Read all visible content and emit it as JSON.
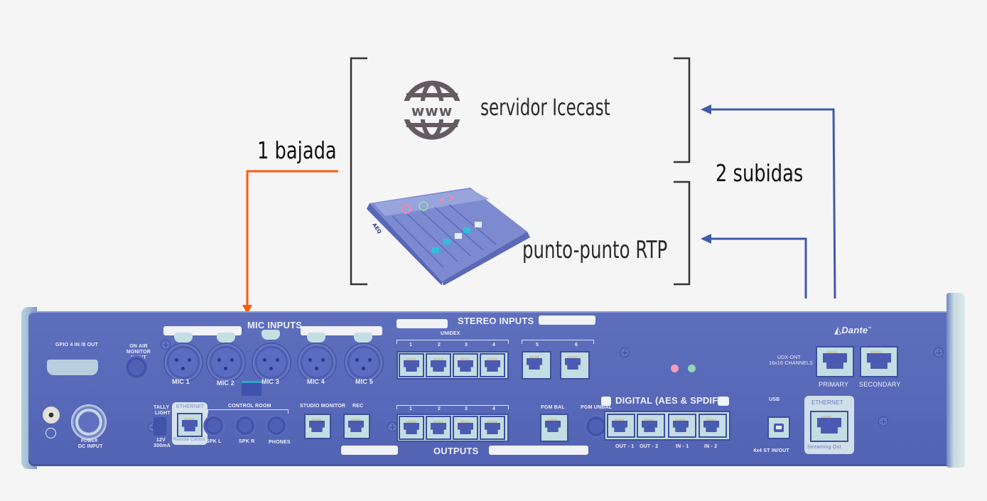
{
  "diagram": {
    "title": "Icecast / RTP routing diagram",
    "downlink": {
      "label": "1 bajada",
      "color": "#ff5a0a"
    },
    "uplinks": {
      "label": "2 subidas",
      "color": "#3f5aaa"
    },
    "targets": [
      {
        "id": "icecast",
        "icon": "www-globe-icon",
        "label": "servidor Icecast"
      },
      {
        "id": "rtp",
        "icon": "mixer-console-image",
        "label": "punto-punto RTP"
      }
    ],
    "colors": {
      "background": "#f5f5f5",
      "bracket": "#333333",
      "device": "#5a6aba",
      "icon_gray": "#635b60"
    }
  },
  "device": {
    "left_section": {
      "gpio": "GPIO 4 IN /8 OUT",
      "on_air": "ON AIR MONITOR INPUT",
      "ground": "ground-symbol",
      "power": [
        "POWER",
        "DC INPUT"
      ],
      "tally": [
        "TALLY",
        "LIGHT"
      ],
      "tally_spec": [
        "12V",
        "300mA"
      ]
    },
    "mic_inputs": {
      "title": "MIC INPUTS",
      "mics": [
        "MIC 1",
        "MIC 2",
        "MIC 3",
        "MIC 4",
        "MIC 5"
      ]
    },
    "ethernet_remote": {
      "title": "ETHERNET",
      "caption": "Remote Control"
    },
    "control_room": {
      "title": "CONTROL ROOM",
      "ports": [
        "SPK L",
        "SPK R",
        "PHONES"
      ]
    },
    "studio_monitor": "STUDIO MONITOR",
    "rec": "REC",
    "stereo_inputs": {
      "title": "STEREO INPUTS",
      "unidex": "UNIDEX",
      "unidex_ports": [
        "1",
        "2",
        "3",
        "4"
      ],
      "extra_ports": [
        "5",
        "6"
      ]
    },
    "outputs": {
      "title": "OUTPUTS",
      "ports": [
        "1",
        "2",
        "3",
        "4"
      ],
      "pgm_bal": "PGM BAL",
      "pgm_unbal": "PGM UNBAL"
    },
    "digital": {
      "title": "DIGITAL (AES & SPDIF)",
      "ports": [
        "OUT - 1",
        "OUT - 2",
        "IN - 1",
        "IN - 2"
      ]
    },
    "usb": {
      "title": "USB",
      "caption": "4x4 ST IN/OUT"
    },
    "dante": {
      "logo": "Dante",
      "model": [
        "UDX-DNT",
        "16x16 CHANNELS"
      ],
      "ports": [
        "PRIMARY",
        "SECONDARY"
      ]
    },
    "ethernet_stream": {
      "title": "ETHERNET",
      "caption": "Streaming Out"
    },
    "leds": [
      {
        "name": "red",
        "color": "#f59bb8"
      },
      {
        "name": "green",
        "color": "#8fd8b4"
      }
    ]
  }
}
